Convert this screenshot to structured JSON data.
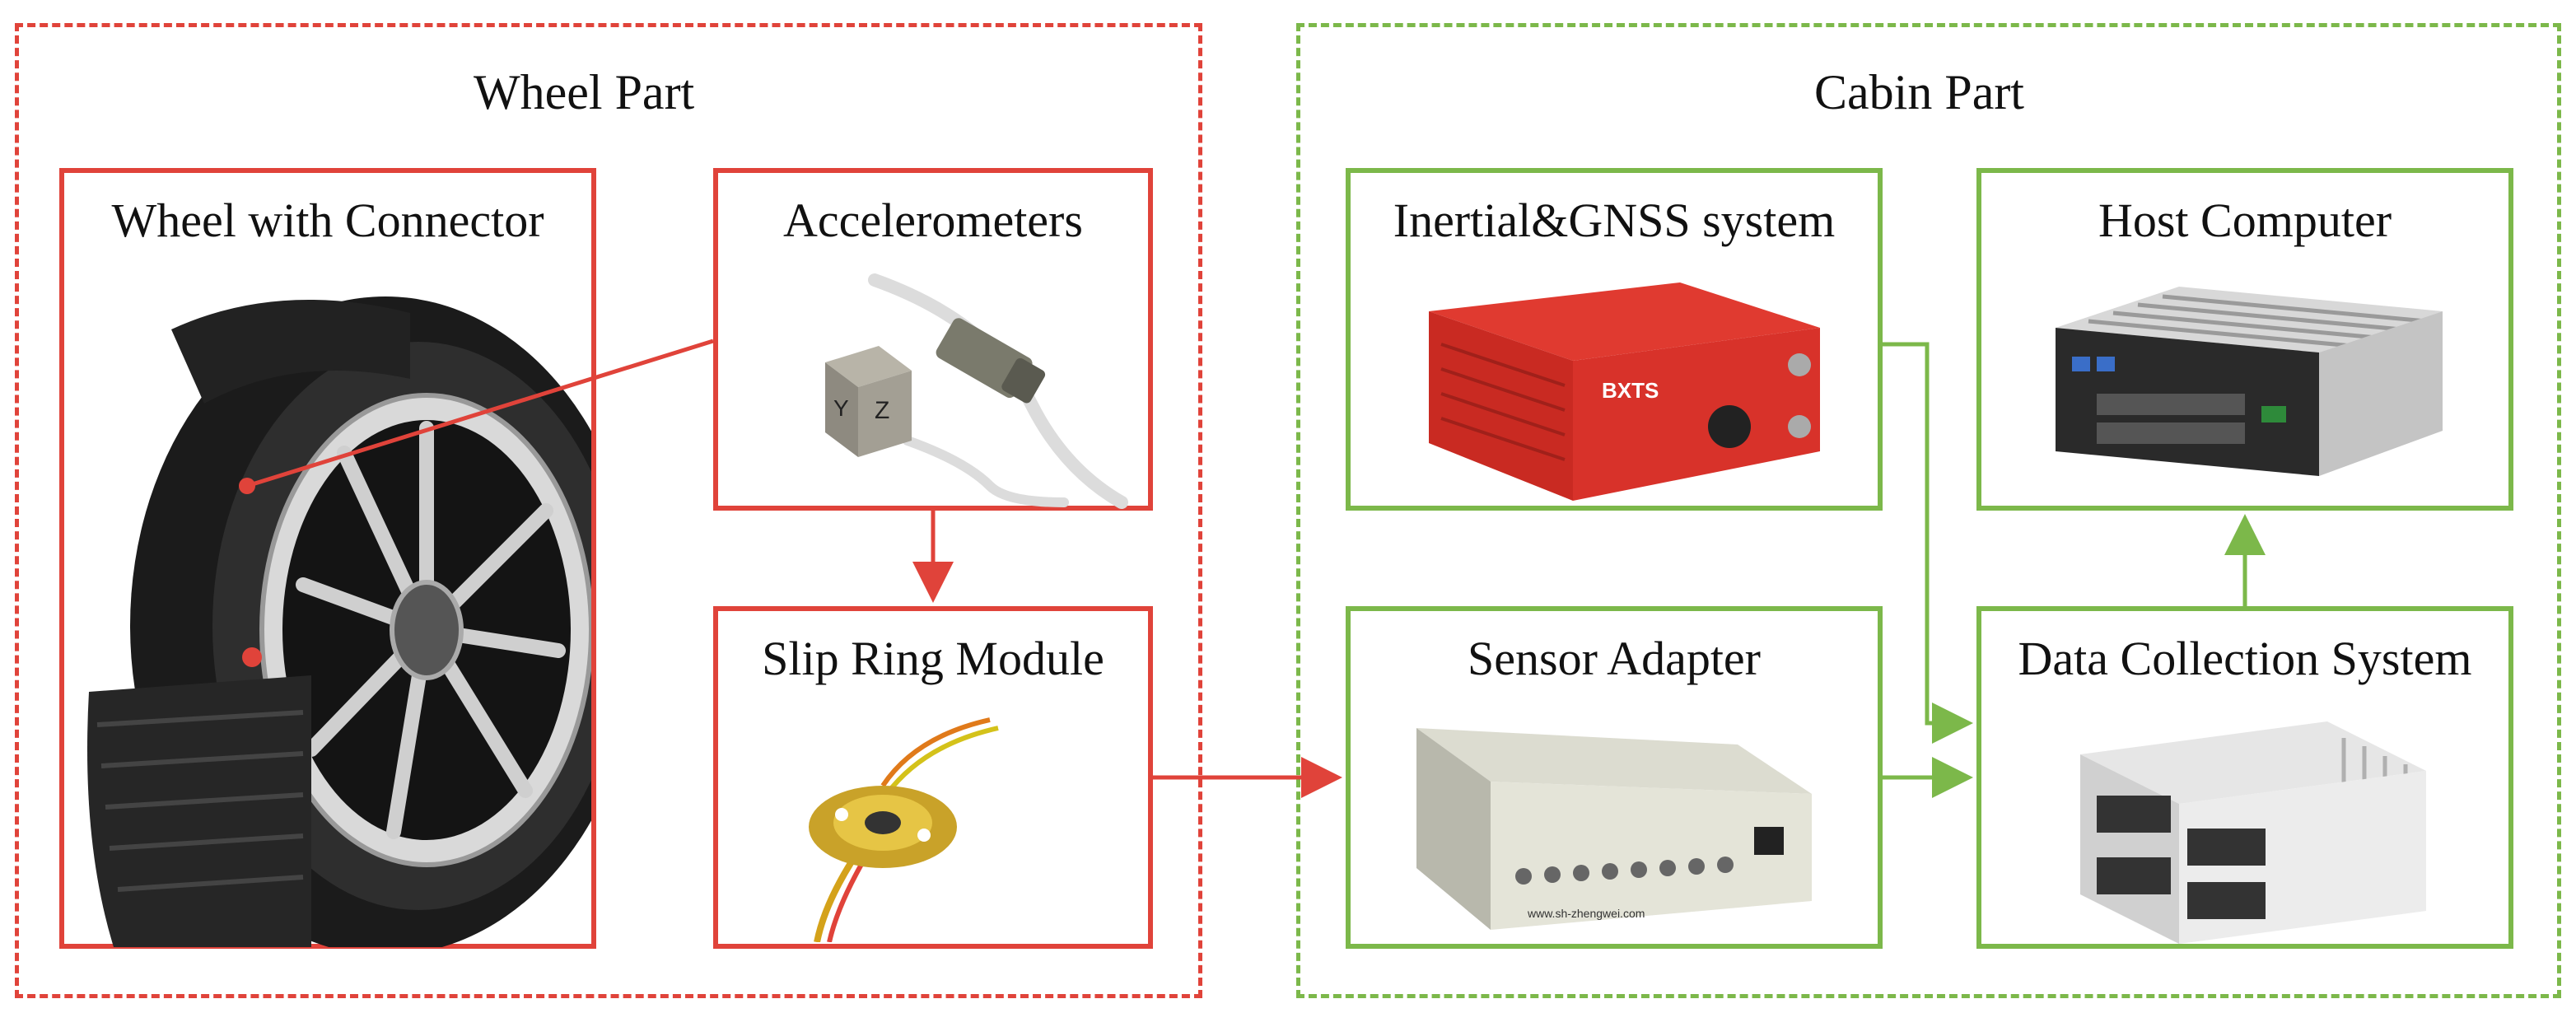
{
  "groups": {
    "wheel": {
      "title": "Wheel Part",
      "color": "#e0433a"
    },
    "cabin": {
      "title": "Cabin Part",
      "color": "#7cb84a"
    }
  },
  "boxes": {
    "wheel_connector": {
      "title": "Wheel with Connector"
    },
    "accelerometers": {
      "title": "Accelerometers",
      "cube_labels": [
        "Z",
        "Y"
      ]
    },
    "slip_ring": {
      "title": "Slip Ring Module"
    },
    "inertial_gnss": {
      "title": "Inertial&GNSS system",
      "brand": "BXTS"
    },
    "host_computer": {
      "title": "Host Computer"
    },
    "sensor_adapter": {
      "title": "Sensor Adapter",
      "url": "www.sh-zhengwei.com"
    },
    "data_collection": {
      "title": "Data Collection System"
    }
  },
  "colors": {
    "red": "#e0433a",
    "green": "#7cb84a",
    "text": "#111111"
  }
}
